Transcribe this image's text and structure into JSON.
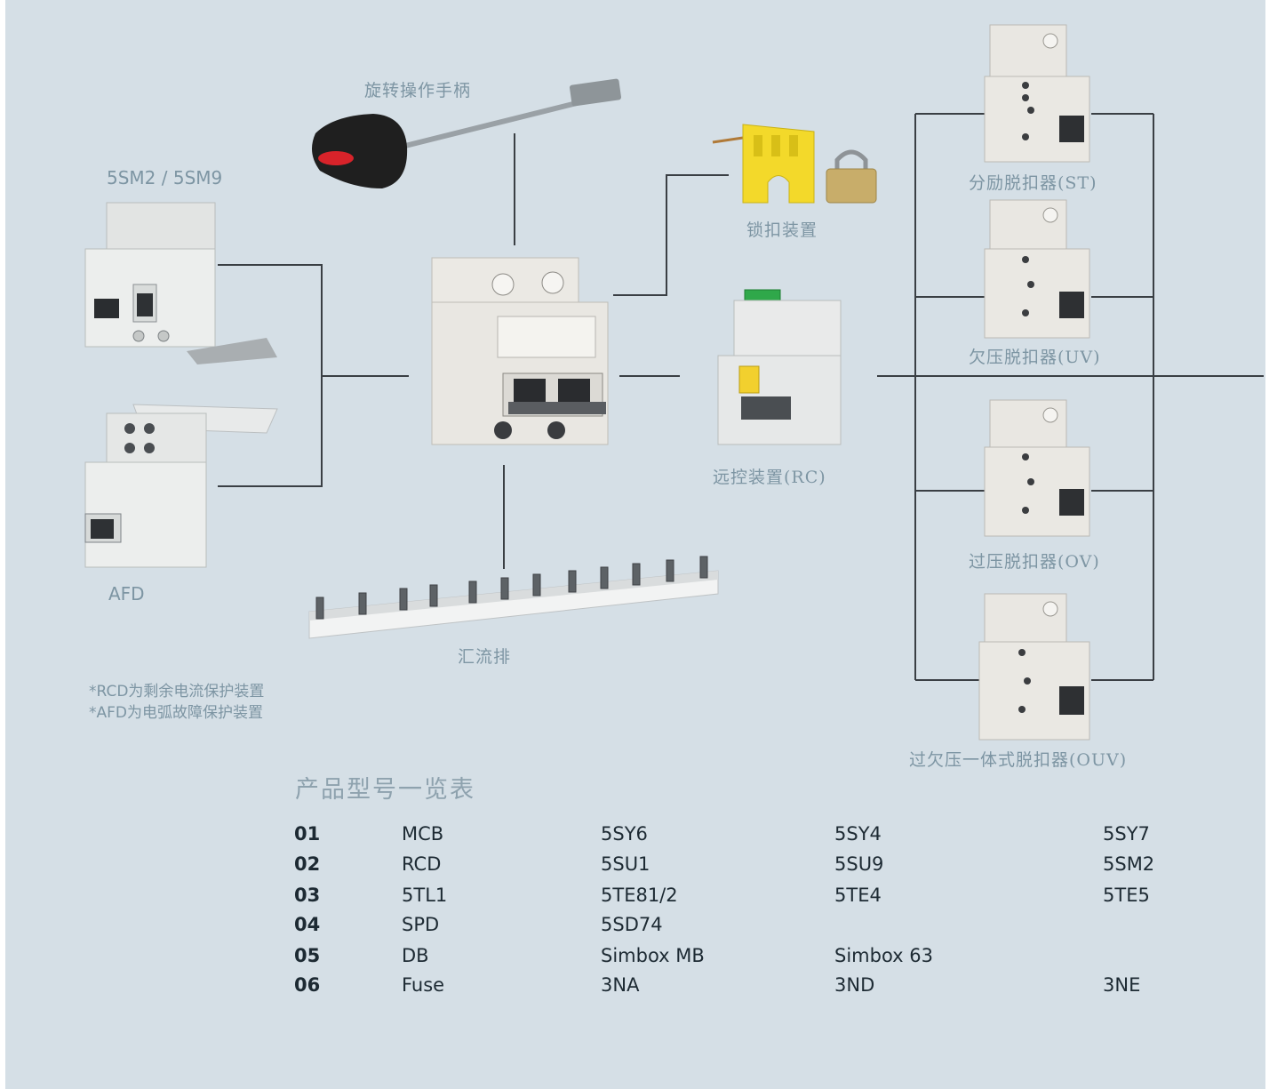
{
  "labels": {
    "rotary_handle": "旋转操作手柄",
    "rcd": "5SM2 / 5SM9",
    "afd": "AFD",
    "lock": "锁扣装置",
    "remote": "远控装置(RC)",
    "busbar": "汇流排",
    "st": "分励脱扣器(ST)",
    "uv": "欠压脱扣器(UV)",
    "ov": "过压脱扣器(OV)",
    "ouv": "过欠压一体式脱扣器(OUV)"
  },
  "notes": {
    "note1": "*RCD为剩余电流保护装置",
    "note2": "*AFD为电弧故障保护装置"
  },
  "product_table": {
    "title": "产品型号一览表",
    "rows": [
      {
        "no": "01",
        "type": "MCB",
        "m1": "5SY6",
        "m2": "5SY4",
        "m3": "5SY7"
      },
      {
        "no": "02",
        "type": "RCD",
        "m1": "5SU1",
        "m2": "5SU9",
        "m3": "5SM2"
      },
      {
        "no": "03",
        "type": "5TL1",
        "m1": "5TE81/2",
        "m2": "5TE4",
        "m3": "5TE5"
      },
      {
        "no": "04",
        "type": "SPD",
        "m1": "5SD74",
        "m2": "",
        "m3": ""
      },
      {
        "no": "05",
        "type": "DB",
        "m1": "Simbox MB",
        "m2": "Simbox 63",
        "m3": ""
      },
      {
        "no": "06",
        "type": "Fuse",
        "m1": "3NA",
        "m2": "3ND",
        "m3": "3NE"
      }
    ]
  },
  "colors": {
    "background": "#d5dfe6",
    "label_text": "#7d95a3",
    "table_text": "#1d2a33",
    "connector_line": "#3a3f44"
  }
}
